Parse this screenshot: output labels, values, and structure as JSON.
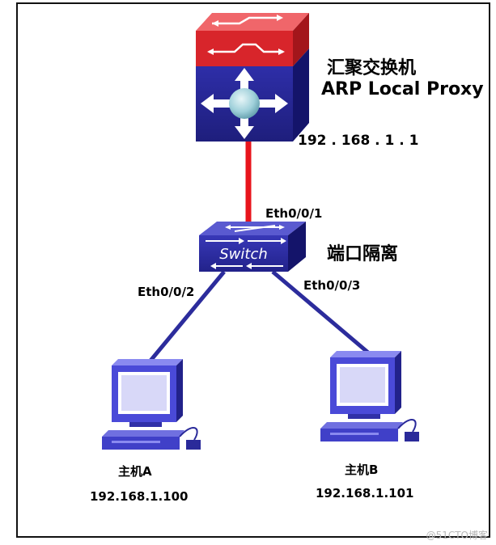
{
  "core_switch": {
    "title": "汇聚交换机",
    "subtitle": "ARP Local Proxy",
    "ip": "192 . 168 . 1 . 1"
  },
  "access_switch": {
    "device_text": "Switch",
    "label": "端口隔离",
    "uplink_port": "Eth0/0/1",
    "port_a": "Eth0/0/2",
    "port_b": "Eth0/0/3"
  },
  "host_a": {
    "name": "主机A",
    "ip": "192.168.1.100"
  },
  "host_b": {
    "name": "主机B",
    "ip": "192.168.1.101"
  },
  "watermark": "@51CTO博客",
  "colors": {
    "core_top": "#d8252b",
    "core_body": "#2a2a9a",
    "uplink": "#e8141c",
    "access_link": "#2c2c9c",
    "pc": "#4a4ad8"
  }
}
